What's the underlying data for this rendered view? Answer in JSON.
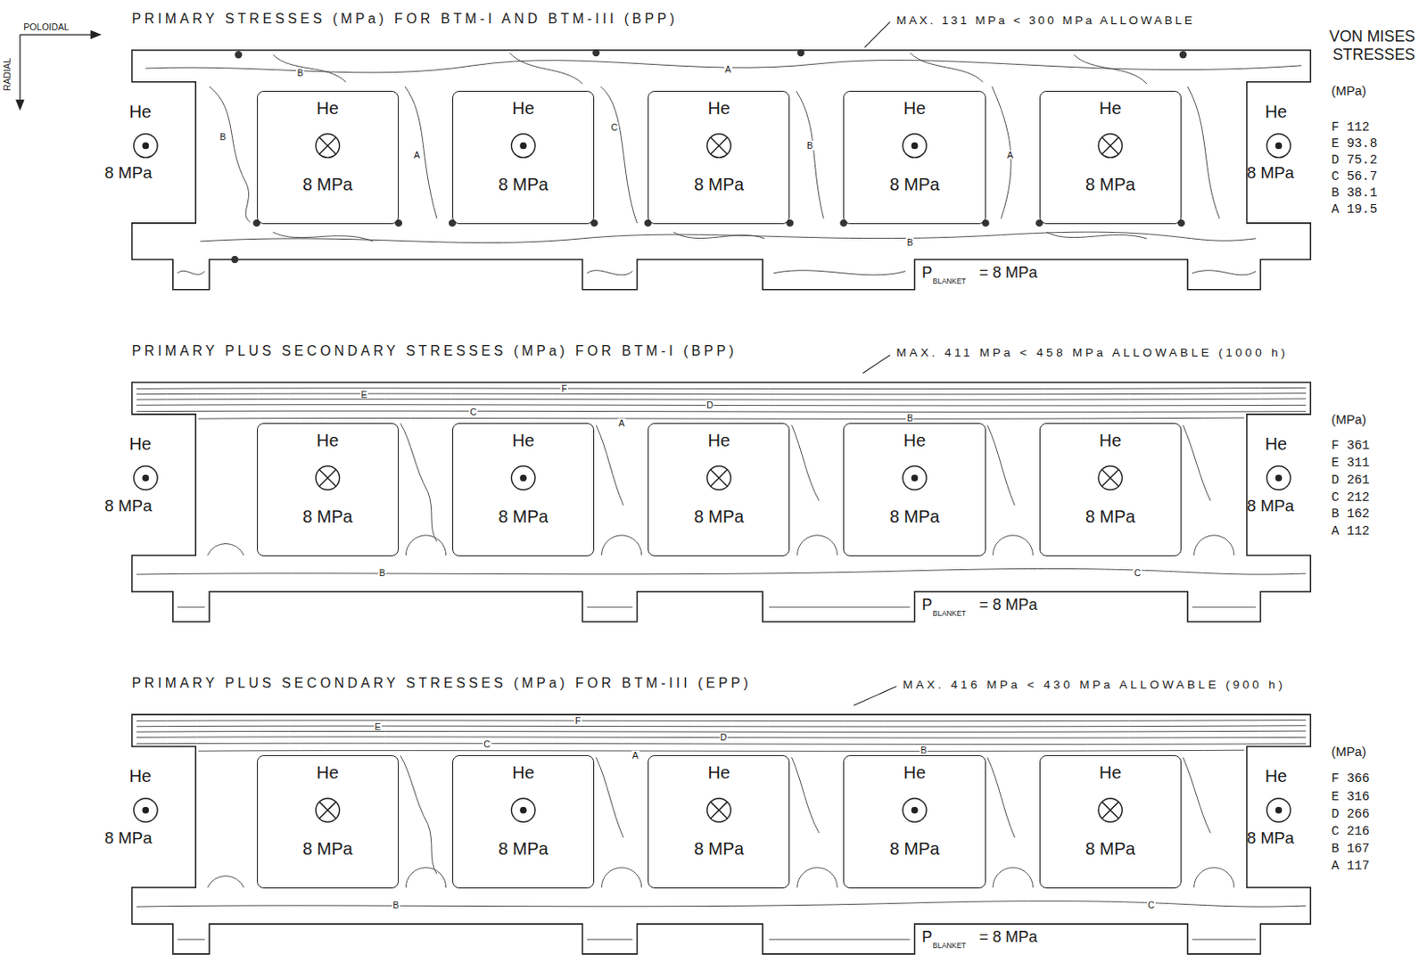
{
  "diagram": {
    "nodes": [
      {
        "text": [
          "He",
          "8 MPa"
        ]
      },
      {
        "text": [
          "He",
          "8 MPa"
        ]
      },
      {
        "text": [
          "He",
          "8 MPa"
        ]
      },
      {
        "text": [
          "He",
          "8 MPa"
        ]
      },
      {
        "text": [
          "He",
          "8 MPa"
        ]
      },
      {
        "text": [
          "He",
          "8 MPa"
        ]
      },
      {
        "text": [
          "He",
          "8 MPa"
        ]
      },
      {
        "text": [
          "He",
          "8 MPa"
        ]
      },
      {
        "text": [
          "He",
          "8 MPa"
        ]
      },
      {
        "text": [
          "He",
          "8 MPa"
        ]
      },
      {
        "text": [
          "He",
          "8 MPa"
        ]
      },
      {
        "text": [
          "He",
          "8 MPa"
        ]
      },
      {
        "text": [
          "He",
          "8 MPa"
        ]
      },
      {
        "text": [
          "He",
          "8 MPa"
        ]
      },
      {
        "text": [
          "He",
          "8 MPa"
        ]
      }
    ],
    "labels": [
      "POLOIDAL",
      "RADIAL",
      "PRIMARY STRESSES (MPa) FOR BTM-I AND BTM-III (BPP)",
      "MAX. 131 MPa < 300 MPa ALLOWABLE",
      "VON MISES STRESSES",
      "(MPa)",
      "He",
      "8 MPa",
      "He",
      "8 MPa",
      "P",
      "BLANKET",
      "= 8 MPa",
      "PRIMARY PLUS SECONDARY STRESSES (MPa) FOR BTM-I (BPP)",
      "MAX. 411 MPa < 458 MPa ALLOWABLE (1000 h)",
      "(MPa)",
      "He",
      "8 MPa",
      "He",
      "8 MPa",
      "P",
      "BLANKET",
      "= 8 MPa",
      "PRIMARY PLUS SECONDARY STRESSES (MPa) FOR BTM-III (EPP)",
      "MAX. 416 MPa < 430 MPa ALLOWABLE (900 h)",
      "(MPa)",
      "He",
      "8 MPa",
      "He",
      "8 MPa",
      "P",
      "BLANKET",
      "= 8 MPa",
      "B",
      "A",
      "C",
      "B",
      "A",
      "B",
      "A",
      "B",
      "F",
      "E",
      "D",
      "C",
      "B",
      "A",
      "B",
      "C",
      "F",
      "E",
      "D",
      "C",
      "B",
      "A",
      "B",
      "C"
    ],
    "legend": [
      {
        "text": "F 112"
      },
      {
        "text": "E 93.8"
      },
      {
        "text": "D 75.2"
      },
      {
        "text": "C 56.7"
      },
      {
        "text": "B 38.1"
      },
      {
        "text": "A 19.5"
      },
      {
        "text": "F 361"
      },
      {
        "text": "E 311"
      },
      {
        "text": "D 261"
      },
      {
        "text": "C 212"
      },
      {
        "text": "B 162"
      },
      {
        "text": "A 112"
      },
      {
        "text": "F 366"
      },
      {
        "text": "E 316"
      },
      {
        "text": "D 266"
      },
      {
        "text": "C 216"
      },
      {
        "text": "B 167"
      },
      {
        "text": "A 117"
      }
    ]
  }
}
